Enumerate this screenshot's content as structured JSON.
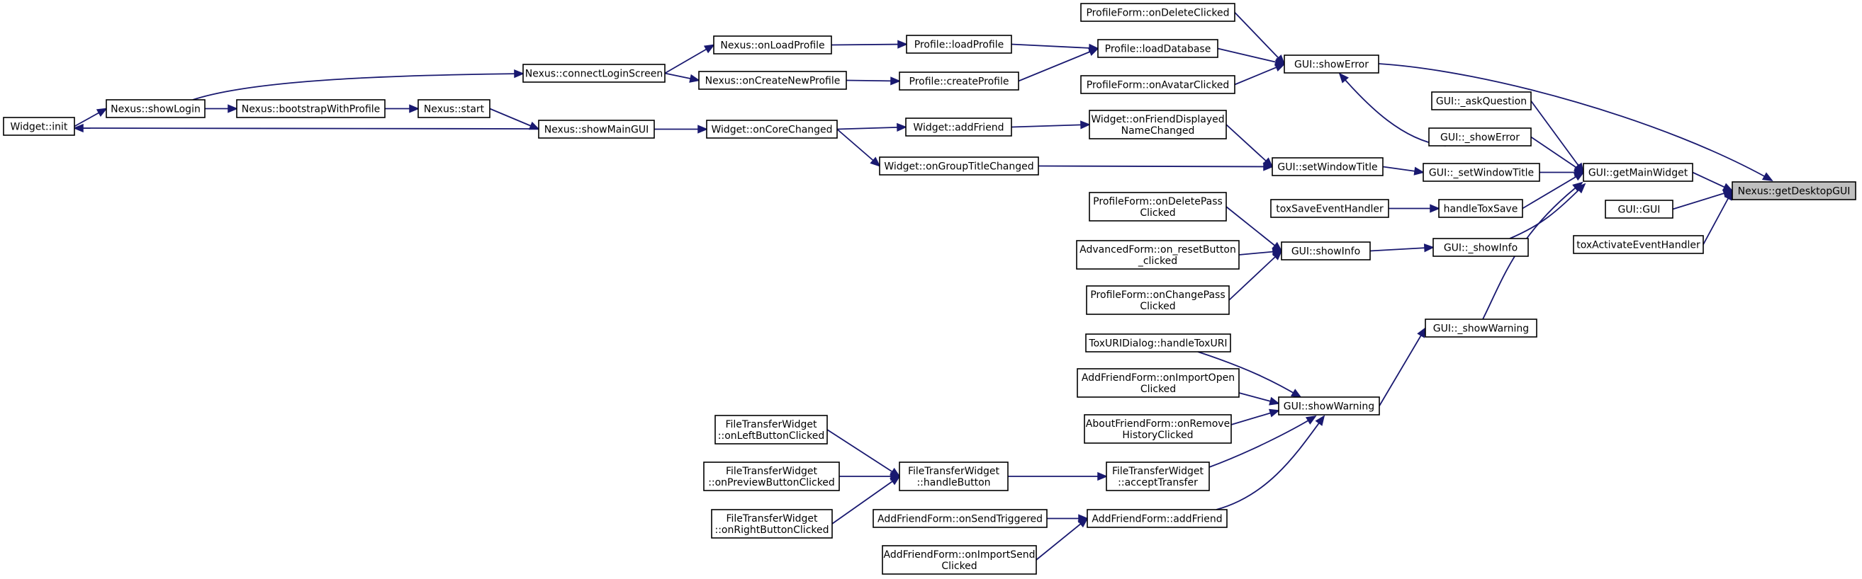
{
  "diagram": {
    "nodes": [
      {
        "id": "root",
        "lines": [
          "Nexus::getDesktopGUI"
        ]
      },
      {
        "id": "getMainWidget",
        "lines": [
          "GUI::getMainWidget"
        ]
      },
      {
        "id": "guiGui",
        "lines": [
          "GUI::GUI"
        ]
      },
      {
        "id": "toxActivate",
        "lines": [
          "toxActivateEventHandler"
        ]
      },
      {
        "id": "showError",
        "lines": [
          "GUI::showError"
        ]
      },
      {
        "id": "askQuestion",
        "lines": [
          "GUI::_askQuestion"
        ]
      },
      {
        "id": "_showError",
        "lines": [
          "GUI::_showError"
        ]
      },
      {
        "id": "_setWindowTitle",
        "lines": [
          "GUI::_setWindowTitle"
        ]
      },
      {
        "id": "handleToxSave",
        "lines": [
          "handleToxSave"
        ]
      },
      {
        "id": "_showInfo",
        "lines": [
          "GUI::_showInfo"
        ]
      },
      {
        "id": "_showWarning",
        "lines": [
          "GUI::_showWarning"
        ]
      },
      {
        "id": "onDeleteClicked",
        "lines": [
          "ProfileForm::onDeleteClicked"
        ]
      },
      {
        "id": "loadDatabase",
        "lines": [
          "Profile::loadDatabase"
        ]
      },
      {
        "id": "onAvatarClicked",
        "lines": [
          "ProfileForm::onAvatarClicked"
        ]
      },
      {
        "id": "loadProfile",
        "lines": [
          "Profile::loadProfile"
        ]
      },
      {
        "id": "createProfile",
        "lines": [
          "Profile::createProfile"
        ]
      },
      {
        "id": "onLoadProfile",
        "lines": [
          "Nexus::onLoadProfile"
        ]
      },
      {
        "id": "onCreateNewProfile",
        "lines": [
          "Nexus::onCreateNewProfile"
        ]
      },
      {
        "id": "connectLoginScreen",
        "lines": [
          "Nexus::connectLoginScreen"
        ]
      },
      {
        "id": "showLogin",
        "lines": [
          "Nexus::showLogin"
        ]
      },
      {
        "id": "widgetInit",
        "lines": [
          "Widget::init"
        ]
      },
      {
        "id": "bootstrap",
        "lines": [
          "Nexus::bootstrapWithProfile"
        ]
      },
      {
        "id": "nexusStart",
        "lines": [
          "Nexus::start"
        ]
      },
      {
        "id": "showMainGUI",
        "lines": [
          "Nexus::showMainGUI"
        ]
      },
      {
        "id": "onCoreChanged",
        "lines": [
          "Widget::onCoreChanged"
        ]
      },
      {
        "id": "addFriendW",
        "lines": [
          "Widget::addFriend"
        ]
      },
      {
        "id": "onFriendDisplayed",
        "lines": [
          "Widget::onFriendDisplayed",
          "NameChanged"
        ]
      },
      {
        "id": "setWindowTitle",
        "lines": [
          "GUI::setWindowTitle"
        ]
      },
      {
        "id": "onGroupTitleChanged",
        "lines": [
          "Widget::onGroupTitleChanged"
        ]
      },
      {
        "id": "toxSave",
        "lines": [
          "toxSaveEventHandler"
        ]
      },
      {
        "id": "showInfo",
        "lines": [
          "GUI::showInfo"
        ]
      },
      {
        "id": "onDeletePass",
        "lines": [
          "ProfileForm::onDeletePass",
          "Clicked"
        ]
      },
      {
        "id": "onResetButton",
        "lines": [
          "AdvancedForm::on_resetButton",
          "_clicked"
        ]
      },
      {
        "id": "onChangePass",
        "lines": [
          "ProfileForm::onChangePass",
          "Clicked"
        ]
      },
      {
        "id": "showWarning",
        "lines": [
          "GUI::showWarning"
        ]
      },
      {
        "id": "handleToxURI",
        "lines": [
          "ToxURIDialog::handleToxURI"
        ]
      },
      {
        "id": "onImportOpen",
        "lines": [
          "AddFriendForm::onImportOpen",
          "Clicked"
        ]
      },
      {
        "id": "onRemoveHistory",
        "lines": [
          "AboutFriendForm::onRemove",
          "HistoryClicked"
        ]
      },
      {
        "id": "acceptTransfer",
        "lines": [
          "FileTransferWidget",
          "::acceptTransfer"
        ]
      },
      {
        "id": "addFriendForm",
        "lines": [
          "AddFriendForm::addFriend"
        ]
      },
      {
        "id": "handleButton",
        "lines": [
          "FileTransferWidget",
          "::handleButton"
        ]
      },
      {
        "id": "onLeftButton",
        "lines": [
          "FileTransferWidget",
          "::onLeftButtonClicked"
        ]
      },
      {
        "id": "onPreviewButton",
        "lines": [
          "FileTransferWidget",
          "::onPreviewButtonClicked"
        ]
      },
      {
        "id": "onRightButton",
        "lines": [
          "FileTransferWidget",
          "::onRightButtonClicked"
        ]
      },
      {
        "id": "onSendTriggered",
        "lines": [
          "AddFriendForm::onSendTriggered"
        ]
      },
      {
        "id": "onImportSend",
        "lines": [
          "AddFriendForm::onImportSend",
          "Clicked"
        ]
      }
    ],
    "edges": [
      {
        "from": "getMainWidget",
        "to": "root"
      },
      {
        "from": "guiGui",
        "to": "root"
      },
      {
        "from": "toxActivate",
        "to": "root"
      },
      {
        "from": "showError",
        "to": "root"
      },
      {
        "from": "askQuestion",
        "to": "getMainWidget"
      },
      {
        "from": "_showError",
        "to": "getMainWidget"
      },
      {
        "from": "_setWindowTitle",
        "to": "getMainWidget"
      },
      {
        "from": "handleToxSave",
        "to": "getMainWidget"
      },
      {
        "from": "_showInfo",
        "to": "getMainWidget"
      },
      {
        "from": "_showWarning",
        "to": "getMainWidget"
      },
      {
        "from": "onDeleteClicked",
        "to": "showError"
      },
      {
        "from": "loadDatabase",
        "to": "showError"
      },
      {
        "from": "onAvatarClicked",
        "to": "showError"
      },
      {
        "from": "_showError",
        "to": "showError"
      },
      {
        "from": "loadProfile",
        "to": "loadDatabase"
      },
      {
        "from": "createProfile",
        "to": "loadDatabase"
      },
      {
        "from": "onLoadProfile",
        "to": "loadProfile"
      },
      {
        "from": "onCreateNewProfile",
        "to": "createProfile"
      },
      {
        "from": "connectLoginScreen",
        "to": "onLoadProfile"
      },
      {
        "from": "connectLoginScreen",
        "to": "onCreateNewProfile"
      },
      {
        "from": "showLogin",
        "to": "connectLoginScreen"
      },
      {
        "from": "widgetInit",
        "to": "showLogin"
      },
      {
        "from": "showMainGUI",
        "to": "widgetInit"
      },
      {
        "from": "showLogin",
        "to": "bootstrap"
      },
      {
        "from": "bootstrap",
        "to": "nexusStart"
      },
      {
        "from": "nexusStart",
        "to": "showMainGUI"
      },
      {
        "from": "showMainGUI",
        "to": "onCoreChanged"
      },
      {
        "from": "onCoreChanged",
        "to": "addFriendW"
      },
      {
        "from": "onCoreChanged",
        "to": "onGroupTitleChanged"
      },
      {
        "from": "addFriendW",
        "to": "onFriendDisplayed"
      },
      {
        "from": "onFriendDisplayed",
        "to": "setWindowTitle"
      },
      {
        "from": "onGroupTitleChanged",
        "to": "setWindowTitle"
      },
      {
        "from": "setWindowTitle",
        "to": "_setWindowTitle"
      },
      {
        "from": "toxSave",
        "to": "handleToxSave"
      },
      {
        "from": "showInfo",
        "to": "_showInfo"
      },
      {
        "from": "onDeletePass",
        "to": "showInfo"
      },
      {
        "from": "onResetButton",
        "to": "showInfo"
      },
      {
        "from": "onChangePass",
        "to": "showInfo"
      },
      {
        "from": "showWarning",
        "to": "_showWarning"
      },
      {
        "from": "handleToxURI",
        "to": "showWarning"
      },
      {
        "from": "onImportOpen",
        "to": "showWarning"
      },
      {
        "from": "onRemoveHistory",
        "to": "showWarning"
      },
      {
        "from": "acceptTransfer",
        "to": "showWarning"
      },
      {
        "from": "addFriendForm",
        "to": "showWarning"
      },
      {
        "from": "handleButton",
        "to": "acceptTransfer"
      },
      {
        "from": "onLeftButton",
        "to": "handleButton"
      },
      {
        "from": "onPreviewButton",
        "to": "handleButton"
      },
      {
        "from": "onRightButton",
        "to": "handleButton"
      },
      {
        "from": "onSendTriggered",
        "to": "addFriendForm"
      },
      {
        "from": "onImportSend",
        "to": "addFriendForm"
      }
    ]
  }
}
